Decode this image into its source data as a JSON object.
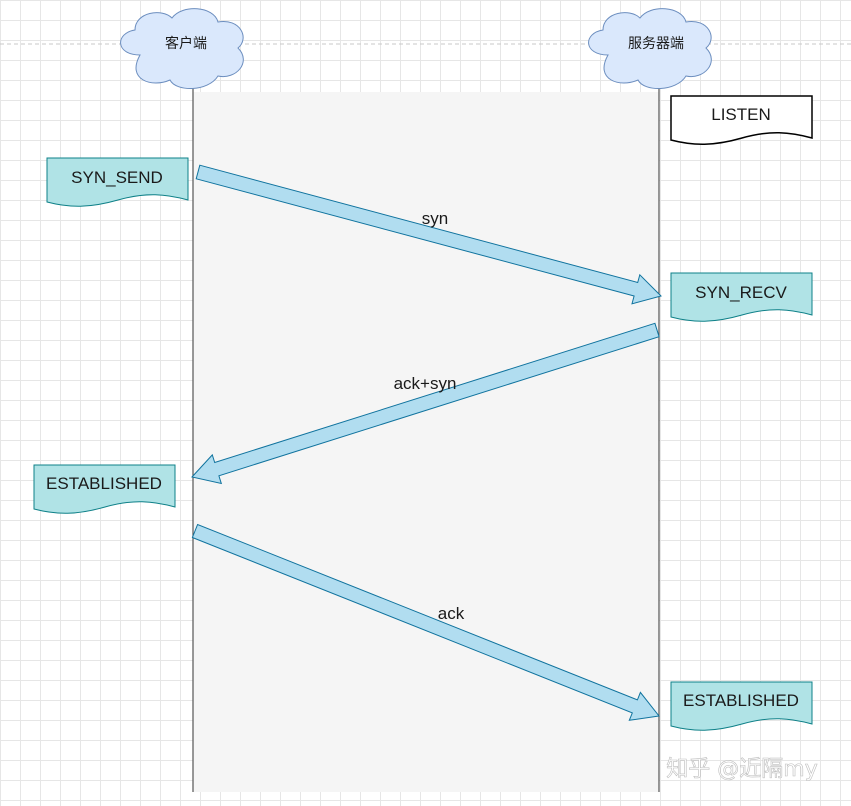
{
  "participants": {
    "client": "客户端",
    "server": "服务器端"
  },
  "states": {
    "listen": "LISTEN",
    "syn_send": "SYN_SEND",
    "syn_recv": "SYN_RECV",
    "client_established": "ESTABLISHED",
    "server_established": "ESTABLISHED"
  },
  "messages": {
    "syn": "syn",
    "ack_syn": "ack+syn",
    "ack": "ack"
  },
  "watermark": "知乎 @近隔my",
  "colors": {
    "cloud_fill": "#dae8fc",
    "cloud_stroke": "#6c8ebf",
    "state_fill": "#b0e3e6",
    "state_stroke": "#0e8088",
    "arrow_fill": "#b1ddf0",
    "arrow_stroke": "#10739e",
    "lifeline_region": "#f5f5f5"
  }
}
